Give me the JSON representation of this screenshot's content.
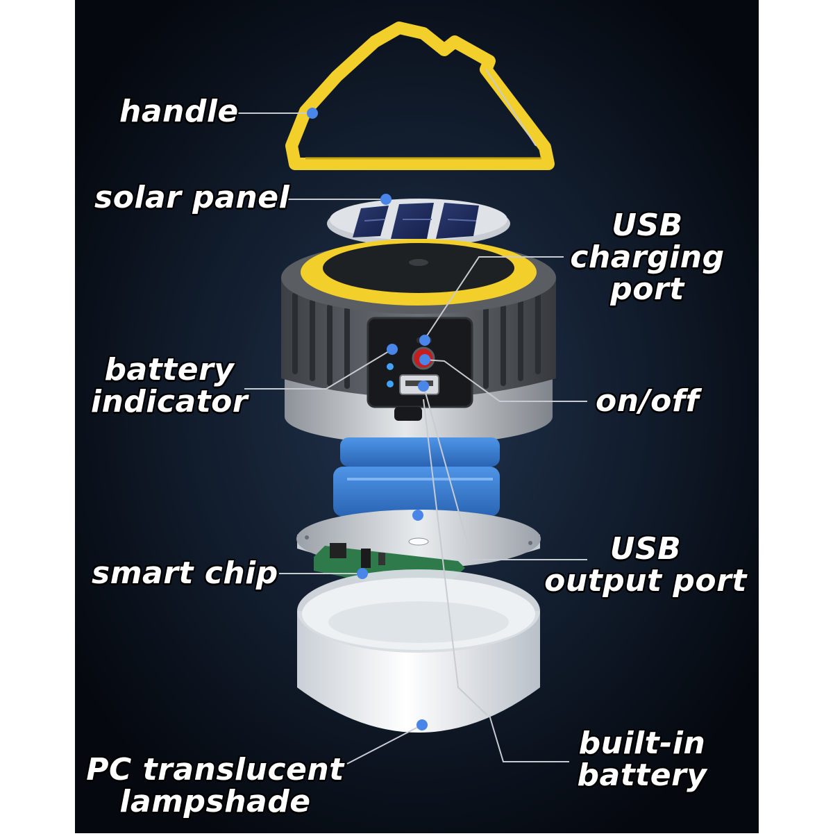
{
  "colors": {
    "background_dark": "#0a0f18",
    "background_mid": "#1a2a40",
    "handle_yellow": "#f2cf2a",
    "body_gray": "#5d6065",
    "ring_silver": "#c9ced3",
    "battery_blue": "#3a7fd2",
    "callout_dot": "#4a86e8",
    "leader_line": "#c8ccd2",
    "label_text": "#ffffff",
    "pcb_green": "#2f7a4a",
    "shade_white": "#f4f6f8"
  },
  "labels": {
    "handle": "handle",
    "solar_panel": "solar panel",
    "usb_charging_port": [
      "USB",
      "charging",
      "port"
    ],
    "battery_indicator": [
      "battery",
      "indicator"
    ],
    "on_off": "on/off",
    "smart_chip": "smart chip",
    "usb_output_port": [
      "USB",
      "output port"
    ],
    "built_in_battery": [
      "built-in",
      "battery"
    ],
    "pc_translucent_lampshade": [
      "PC translucent",
      "lampshade"
    ]
  }
}
